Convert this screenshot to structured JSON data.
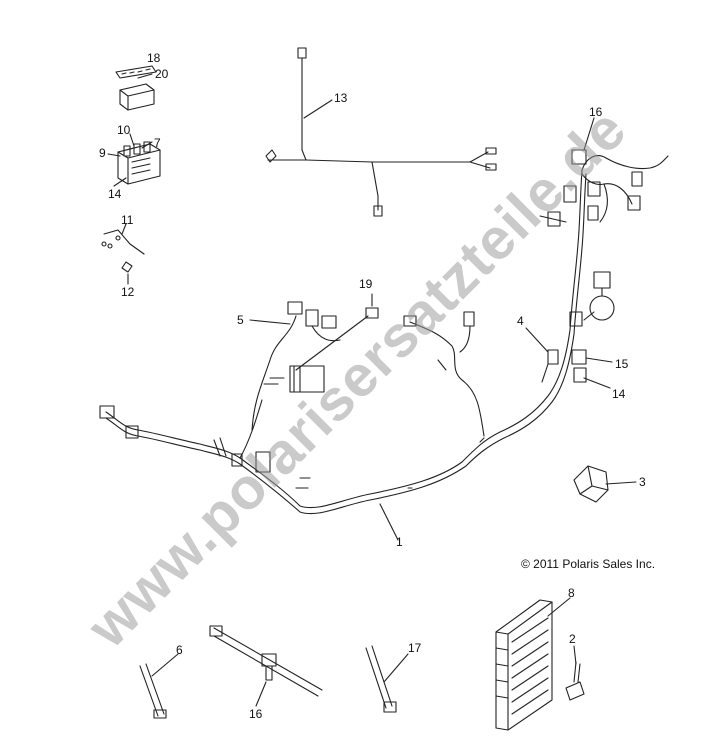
{
  "callouts": {
    "c18": "18",
    "c20": "20",
    "c10": "10",
    "c7": "7",
    "c9": "9",
    "c14a": "14",
    "c11": "11",
    "c12": "12",
    "c13": "13",
    "c16a": "16",
    "c19": "19",
    "c5": "5",
    "c4": "4",
    "c15": "15",
    "c14b": "14",
    "c3": "3",
    "c1": "1",
    "c8": "8",
    "c2": "2",
    "c6": "6",
    "c16b": "16",
    "c17": "17"
  },
  "copyright": "© 2011 Polaris Sales Inc.",
  "watermark": "www.polarisersatzteile.de",
  "colors": {
    "line": "#222222",
    "watermark": "#969696"
  }
}
